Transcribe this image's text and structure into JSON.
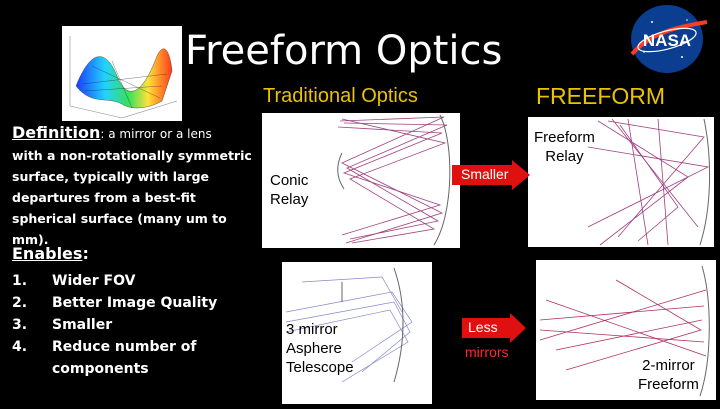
{
  "title": "Freeform Optics",
  "columns": {
    "traditional": "Traditional Optics",
    "freeform": "FREEFORM"
  },
  "definition": {
    "heading": "Definition",
    "inline": ":  a mirror or a lens",
    "body": "with a non-rotationally symmetric surface, typically with large departures from a best-fit spherical surface (many um to mm)."
  },
  "enables": {
    "heading": "Enables",
    "colon": ":",
    "items": [
      {
        "num": "1.",
        "text": "Wider FOV"
      },
      {
        "num": "2.",
        "text": "Better Image Quality"
      },
      {
        "num": "3.",
        "text": "Smaller"
      },
      {
        "num": "4.",
        "text": "Reduce number of"
      }
    ],
    "item4_cont": "components"
  },
  "panels": {
    "conic": [
      "Conic",
      "Relay"
    ],
    "freeform_relay": [
      "Freeform",
      "Relay"
    ],
    "three_mirror": [
      "3 mirror",
      "Asphere",
      "Telescope"
    ],
    "two_mirror": [
      "2-mirror",
      "Freeform"
    ]
  },
  "arrows": {
    "smaller": "Smaller",
    "less_1": "Less",
    "less_2": "mirrors"
  },
  "logo": {
    "text": "NASA"
  },
  "colors": {
    "accent": "#e9c200",
    "arrow": "#e01010",
    "ray": "#a04080"
  }
}
